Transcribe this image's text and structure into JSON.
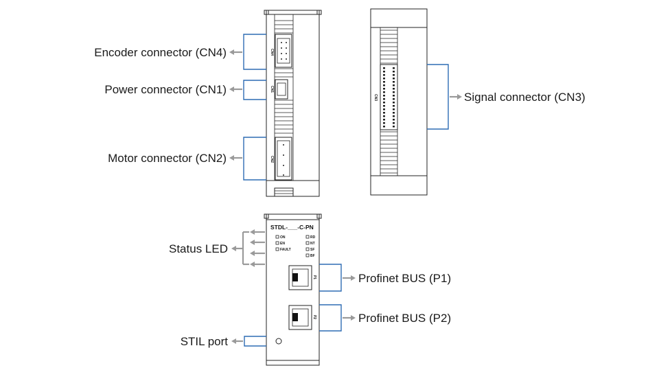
{
  "top_left_view": {
    "labels": {
      "encoder": "Encoder connector (CN4)",
      "power": "Power connector (CN1)",
      "motor": "Motor connector (CN2)"
    },
    "port_marks": {
      "cn4": "CN4",
      "cn1": "CN1",
      "cn2": "CN2"
    }
  },
  "top_right_view": {
    "labels": {
      "signal": "Signal connector (CN3)"
    },
    "port_marks": {
      "cn3": "CN3"
    }
  },
  "front_view": {
    "model": "STDL-___-C-PN",
    "leds_left": [
      "ON",
      "EN",
      "FAULT"
    ],
    "leds_right": [
      "RD",
      "NT",
      "SF",
      "BF"
    ],
    "port_marks": {
      "p1": "P1",
      "p2": "P2"
    },
    "labels": {
      "status_led": "Status LED",
      "profinet_p1": "Profinet BUS (P1)",
      "profinet_p2": "Profinet BUS (P2)",
      "stil": "STIL port"
    }
  },
  "colors": {
    "bracket": "#2d6bb3",
    "arrow": "#9a9a9a",
    "outline": "#222222"
  }
}
